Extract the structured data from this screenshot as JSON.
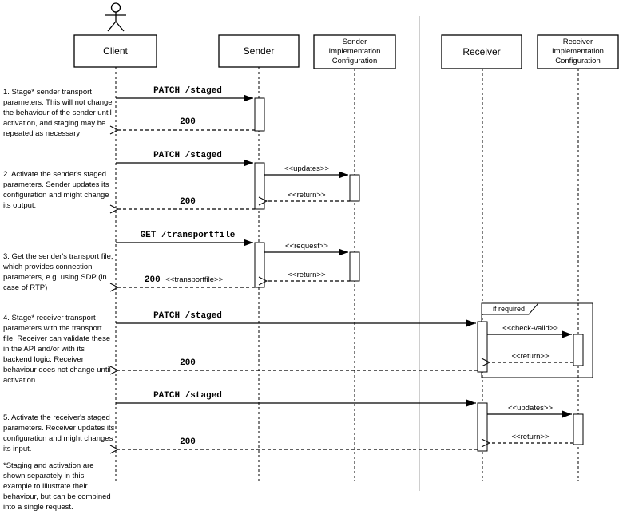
{
  "participants": {
    "client": "Client",
    "sender": "Sender",
    "sender_impl": "Sender\nImplementation\nConfiguration",
    "receiver": "Receiver",
    "receiver_impl": "Receiver\nImplementation\nConfiguration"
  },
  "fragment": {
    "label": "if required"
  },
  "messages": {
    "s1_request": "PATCH /staged",
    "s1_response": "200",
    "s2_request": "PATCH /staged",
    "s2_updates": "<<updates>>",
    "s2_return": "<<return>>",
    "s2_response": "200",
    "s3_request": "GET /transportfile",
    "s3_impl_request": "<<request>>",
    "s3_return": "<<return>>",
    "s3_response_code": "200",
    "s3_response_suffix": "<<transportfile>>",
    "s4_request": "PATCH /staged",
    "s4_check_valid": "<<check-valid>>",
    "s4_return": "<<return>>",
    "s4_response": "200",
    "s5_request": "PATCH /staged",
    "s5_updates": "<<updates>>",
    "s5_return": "<<return>>",
    "s5_response": "200"
  },
  "notes": {
    "note1": "1. Stage* sender transport\nparameters. This will not change\nthe behaviour of the sender until\nactivation, and staging may be\nrepeated as necessary",
    "note2": "2. Activate the sender's staged\nparameters. Sender updates its\nconfiguration and might change\nits output.",
    "note3": "3. Get the sender's transport file,\nwhich provides connection\nparameters, e.g. using SDP (in\ncase of RTP)",
    "note4": "4. Stage* receiver transport\nparameters with the transport\nfile. Receiver can validate these\nin the API and/or with its\nbackend logic. Receiver\nbehaviour does not change until\nactivation.",
    "note5": "5. Activate the receiver's staged\nparameters. Receiver updates its\nconfiguration and might changes\nits input.",
    "footnote": "*Staging and activation are\nshown separately in this\nexample to illustrate their\nbehaviour, but can be combined\ninto a single request."
  },
  "colors": {
    "stroke": "#000000",
    "separator": "#b3b3b3",
    "background": "#ffffff"
  }
}
